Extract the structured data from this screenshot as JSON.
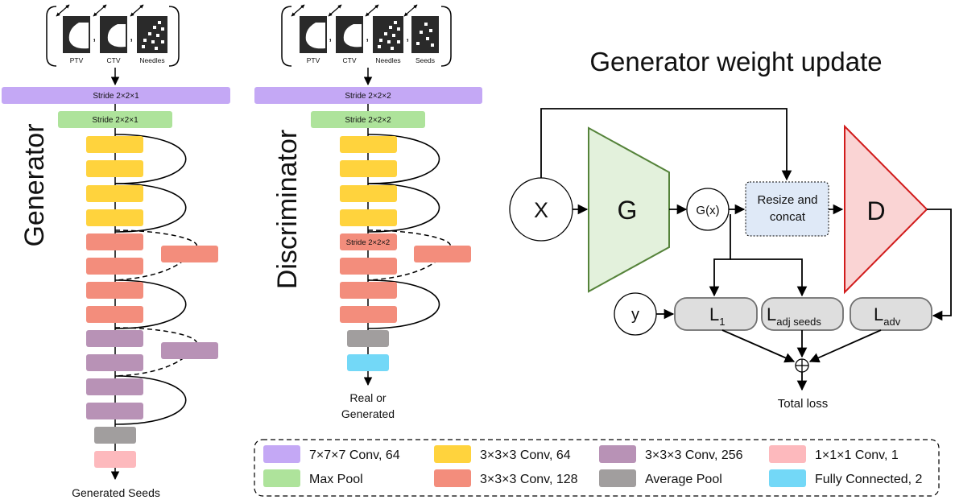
{
  "generator": {
    "title": "Generator",
    "inputs": [
      "PTV",
      "CTV",
      "Needles"
    ],
    "stride1": "Stride 2×2×1",
    "stride2": "Stride 2×2×1",
    "output": "Generated Seeds"
  },
  "discriminator": {
    "title": "Discriminator",
    "inputs": [
      "PTV",
      "CTV",
      "Needles",
      "Seeds"
    ],
    "stride1": "Stride 2×2×2",
    "stride2": "Stride 2×2×2",
    "stride3": "Stride 2×2×2",
    "output_line1": "Real or",
    "output_line2": "Generated"
  },
  "update": {
    "title": "Generator weight update",
    "x": "X",
    "g": "G",
    "gx": "G(x)",
    "resize_line1": "Resize and",
    "resize_line2": "concat",
    "d": "D",
    "y": "y",
    "l1_main": "L",
    "l1_sub": "1",
    "ladj_main": "L",
    "ladj_sub": "adj seeds",
    "ladv_main": "L",
    "ladv_sub": "adv",
    "total": "Total loss"
  },
  "legend": [
    {
      "label": "7×7×7 Conv, 64",
      "color": "#c4a8f5"
    },
    {
      "label": "Max Pool",
      "color": "#aee39b"
    },
    {
      "label": "3×3×3 Conv, 64",
      "color": "#ffd33d"
    },
    {
      "label": "3×3×3 Conv, 128",
      "color": "#f38d7c"
    },
    {
      "label": "3×3×3 Conv, 256",
      "color": "#b892b6"
    },
    {
      "label": "Average Pool",
      "color": "#a19e9e"
    },
    {
      "label": "1×1×1 Conv, 1",
      "color": "#fdb9bd"
    },
    {
      "label": "Fully Connected, 2",
      "color": "#73d8f7"
    }
  ]
}
